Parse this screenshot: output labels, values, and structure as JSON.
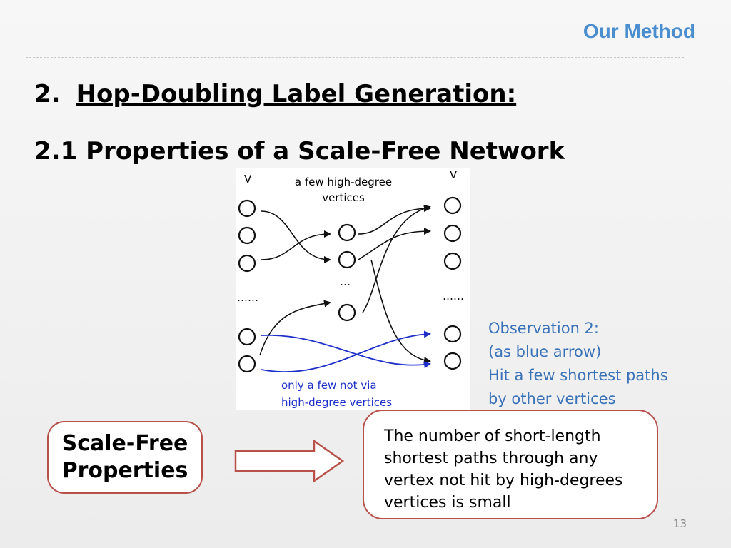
{
  "header": {
    "section": "Our Method"
  },
  "heading": {
    "number": "2.",
    "title": "Hop-Doubling Label Generation:"
  },
  "subheading": "2.1 Properties of a Scale-Free Network",
  "figure": {
    "left_label": "V",
    "right_label": "V",
    "top_caption_line1": "a few high-degree",
    "top_caption_line2": "vertices",
    "middle_dots": "…",
    "left_dots": "……",
    "right_dots": "……",
    "bottom_caption_line1": "only a few not via",
    "bottom_caption_line2": "high-degree vertices",
    "colors": {
      "black_arrow": "#111111",
      "blue_arrow": "#1c2fc9"
    }
  },
  "observation": {
    "line1": "Observation 2:",
    "line2": "(as blue arrow)",
    "line3": "Hit a few shortest paths",
    "line4": "by other vertices"
  },
  "scale_free_box": {
    "line1": "Scale-Free",
    "line2": "Properties"
  },
  "description": "The number of short-length shortest paths through any vertex not hit by high-degrees vertices is small",
  "page_number": "13",
  "colors": {
    "accent": "#4a8ed0",
    "box_border": "#b8514a",
    "observation_text": "#3a72b8"
  }
}
